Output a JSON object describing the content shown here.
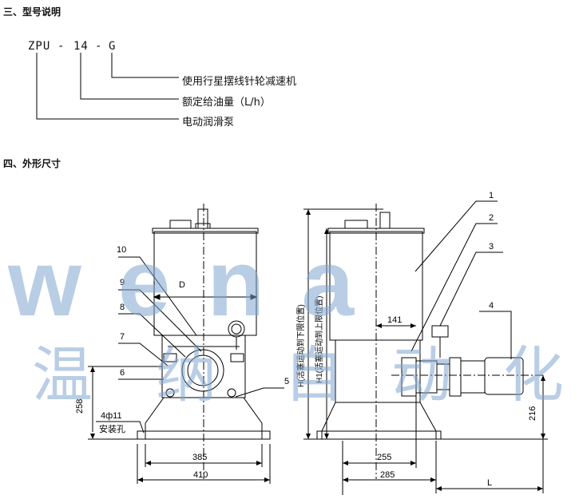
{
  "section3": {
    "title": "三、型号说明",
    "code": {
      "part1": "ZPU",
      "sep1": "-",
      "part2": "14",
      "sep2": "-",
      "part3": "G"
    },
    "descriptions": [
      "使用行星摆线针轮减速机",
      "额定给油量（L/h）",
      "电动润滑泵"
    ]
  },
  "section4": {
    "title": "四、外形尺寸"
  },
  "watermark": {
    "text": "wena",
    "chars": [
      "温",
      "纳",
      "自",
      "动",
      "化"
    ],
    "color": "#7fa6cf"
  },
  "drawing": {
    "part_numbers": [
      "1",
      "2",
      "3",
      "4",
      "5",
      "6",
      "7",
      "8",
      "9",
      "10"
    ],
    "dimensions": {
      "d_label": "D",
      "width_385": "385",
      "width_410": "410",
      "height_258": "258",
      "holes": "4ф11",
      "holes_label": "安装孔",
      "dim_141": "141",
      "dim_255": "255",
      "dim_285": "285",
      "dim_216": "216",
      "dim_l": "L",
      "h_label": "H(活塞运动到下限位置)",
      "h1_label": "H1(活塞运动到上限位置)"
    }
  }
}
